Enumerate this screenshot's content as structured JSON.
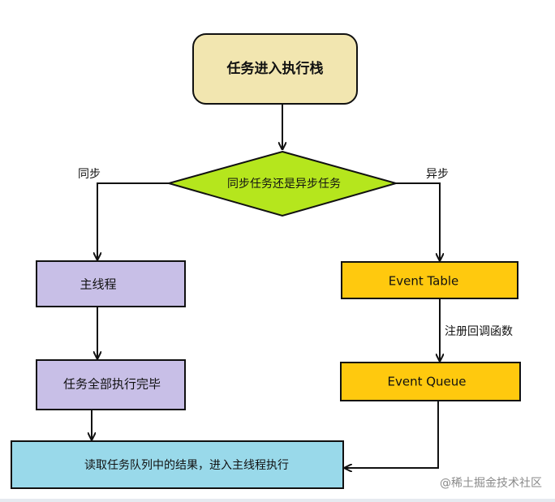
{
  "colors": {
    "start_fill": "#f2e6b0",
    "decision_fill": "#b5e61d",
    "sync_fill": "#c8bfe7",
    "async_fill": "#ffc90e",
    "result_fill": "#99d9ea",
    "stroke": "#111111"
  },
  "nodes": {
    "start": "任务进入执行栈",
    "decision": "同步任务还是异步任务",
    "main_thread": "主线程",
    "tasks_done": "任务全部执行完毕",
    "event_table": "Event Table",
    "event_queue": "Event Queue",
    "read_queue": "读取任务队列中的结果，进入主线程执行"
  },
  "edges": {
    "sync_label": "同步",
    "async_label": "异步",
    "register_label": "注册回调函数"
  },
  "watermark": "@稀土掘金技术社区"
}
